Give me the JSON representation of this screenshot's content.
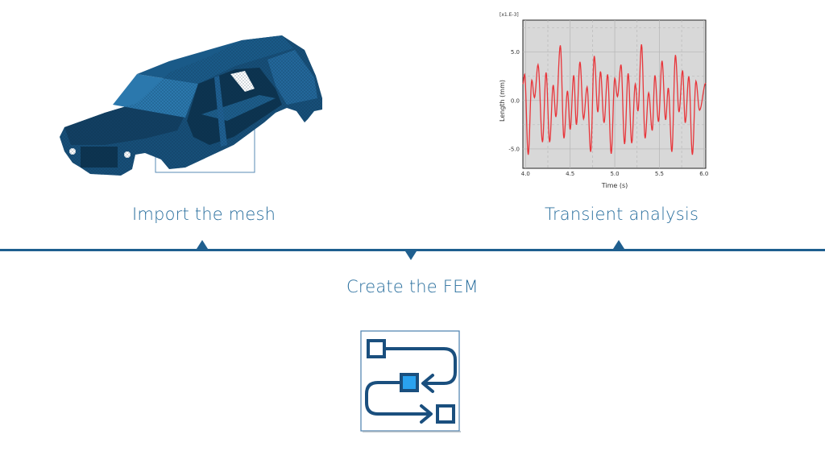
{
  "steps": [
    {
      "label": "Import the mesh",
      "marker": "up"
    },
    {
      "label": "Create the FEM",
      "marker": "down"
    },
    {
      "label": "Transient analysis",
      "marker": "up"
    }
  ],
  "colors": {
    "accent": "#1f5f8f",
    "label_text": "#2a6f9e",
    "mesh_body": "#1b5a85",
    "mesh_dark": "#0f3b5a",
    "icon_fill": "#2aa2ef",
    "plot_bg": "#d8d8d8",
    "trace": "#e8353a"
  },
  "images": {
    "car_mesh": "car-body-fem-mesh",
    "workflow_icon": "workflow-process-icon"
  },
  "chart_data": {
    "type": "line",
    "title": "",
    "scale_note": "[x1.E-3]",
    "xlabel": "Time (s)",
    "ylabel": "Length (mm)",
    "xlim": [
      3.97,
      6.02
    ],
    "ylim": [
      -7.0,
      8.3
    ],
    "xticks": [
      4.0,
      4.5,
      5.0,
      5.5,
      6.0
    ],
    "xtick_labels": [
      "4.0",
      "4.5",
      "5.0",
      "5.5",
      "6.0"
    ],
    "yticks": [
      -5.0,
      0.0,
      5.0
    ],
    "ytick_labels": [
      "-5.0",
      "0.0",
      "5.0"
    ],
    "grid": true,
    "legend": "none",
    "series": [
      {
        "name": "Length",
        "x": [
          3.97,
          3.99,
          4.03,
          4.07,
          4.1,
          4.14,
          4.19,
          4.23,
          4.27,
          4.31,
          4.34,
          4.39,
          4.43,
          4.47,
          4.5,
          4.54,
          4.57,
          4.61,
          4.65,
          4.69,
          4.73,
          4.77,
          4.81,
          4.84,
          4.88,
          4.92,
          4.96,
          5.0,
          5.03,
          5.07,
          5.11,
          5.15,
          5.19,
          5.23,
          5.26,
          5.3,
          5.34,
          5.38,
          5.42,
          5.45,
          5.49,
          5.53,
          5.57,
          5.6,
          5.64,
          5.68,
          5.72,
          5.76,
          5.79,
          5.83,
          5.87,
          5.91,
          5.95,
          6.02
        ],
        "y": [
          1.7,
          2.7,
          -5.6,
          2.1,
          0.3,
          3.7,
          -4.3,
          2.9,
          -4.3,
          1.6,
          -1.7,
          5.7,
          -3.9,
          1.0,
          -3.0,
          2.6,
          -2.5,
          4.0,
          -1.9,
          1.4,
          -5.3,
          4.6,
          -1.2,
          3.0,
          -2.3,
          2.7,
          -5.5,
          2.3,
          0.4,
          3.7,
          -4.5,
          2.8,
          -4.4,
          1.7,
          -1.1,
          5.8,
          -3.9,
          0.8,
          -3.1,
          2.6,
          -2.2,
          4.1,
          -2.0,
          1.3,
          -5.3,
          4.7,
          -1.2,
          3.1,
          -2.3,
          2.5,
          -5.6,
          2.0,
          -1.0,
          1.8
        ]
      }
    ]
  }
}
